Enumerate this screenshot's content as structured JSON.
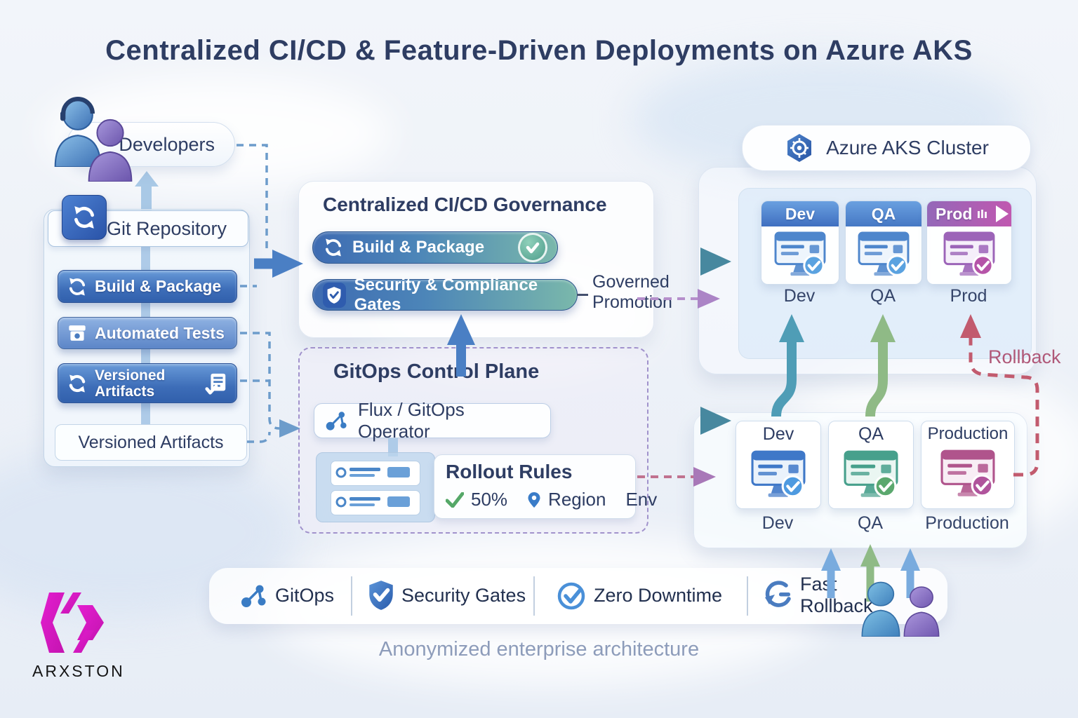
{
  "title": "Centralized CI/CD & Feature-Driven Deployments on Azure AKS",
  "left_pipeline": {
    "developers": "Developers",
    "git_repository": "Git Repository",
    "build_package": "Build & Package",
    "automated_tests": "Automated Tests",
    "versioned_artifacts_line1": "Versioned",
    "versioned_artifacts_line2": "Artifacts",
    "versioned_artifacts_box": "Versioned Artifacts"
  },
  "governance": {
    "title": "Centralized CI/CD Governance",
    "build_package": "Build & Package",
    "security_gates": "Security & Compliance Gates",
    "governed_line1": "Governed",
    "governed_line2": "Promotion"
  },
  "gitops": {
    "title": "GitOps Control Plane",
    "operator": "Flux / GitOps Operator",
    "rollout_title": "Rollout Rules",
    "rollout_percent": "50%",
    "rollout_region": "Region",
    "rollout_env": "Env"
  },
  "aks_cluster": {
    "title": "Azure AKS Cluster",
    "cards": [
      {
        "header": "Dev",
        "label": "Dev"
      },
      {
        "header": "QA",
        "label": "QA"
      },
      {
        "header": "Prod",
        "label": "Prod"
      }
    ]
  },
  "environments": {
    "cards": [
      {
        "header": "Dev",
        "label": "Dev"
      },
      {
        "header": "QA",
        "label": "QA"
      },
      {
        "header": "Production",
        "label": "Production"
      }
    ]
  },
  "rollback_label": "Rollback",
  "legend": {
    "gitops": "GitOps",
    "security_gates": "Security Gates",
    "zero_downtime": "Zero Downtime",
    "fast_rollback_line1": "Fast",
    "fast_rollback_line2": "Rollback"
  },
  "footer": {
    "caption": "Anonymized enterprise architecture",
    "brand": "ARXSTON"
  },
  "icons": {
    "developers": "two-users-icon",
    "git": "sync-arrows-icon",
    "build": "gear-sync-icon",
    "tests": "archive-box-icon",
    "artifacts": "document-check-icon",
    "security": "shield-check-icon",
    "approved": "check-circle-icon",
    "gitops": "branch-nodes-icon",
    "region": "map-pin-icon",
    "aks": "kubernetes-hexagon-icon",
    "environment": "monitor-check-icon",
    "fast_rollback": "rotate-ccw-icon",
    "prod_extra": "bars-and-play-icon"
  },
  "colors": {
    "navy_text": "#2e3d63",
    "button_blue": "#3d6db8",
    "pipeline_teal": "#4a889f",
    "promotion_purple": "#ab84c6",
    "qa_green": "#8fba86",
    "rollback_red": "#c25b6e",
    "prod_magenta": "#b5549c",
    "brand_magenta": "#e020c8",
    "caption_gray": "#8d9cba"
  }
}
